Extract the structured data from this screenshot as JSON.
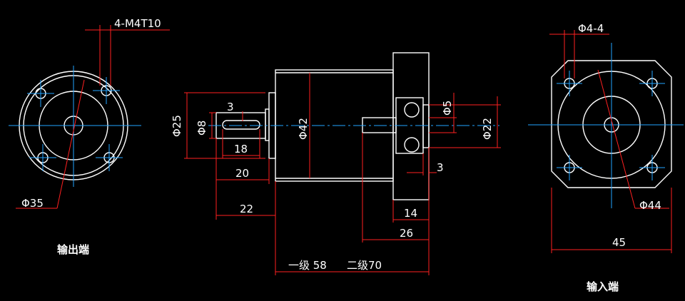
{
  "colors": {
    "background": "#000000",
    "outline": "#ffffff",
    "dimension": "#ff2020",
    "centerline": "#22a4ff"
  },
  "labels": {
    "output_end": "输出端",
    "input_end": "输入端",
    "bolt_spec": "4-M4T10",
    "output_pcd": "Φ35",
    "holes_in": "Φ4-4",
    "input_pcd": "Φ44",
    "input_flange": "45",
    "shaft_dia": "Φ25",
    "key_dia": "Φ8",
    "key_width": "3",
    "key_len": "18",
    "shaft_len": "20",
    "shaft_total": "22",
    "body_dia": "Φ42",
    "bore_dia": "Φ5",
    "pilot_dia": "Φ22",
    "pilot_len": "3",
    "flange_len": "14",
    "input_len": "26",
    "stage_one": "一级 58",
    "stage_two": "二级70"
  }
}
